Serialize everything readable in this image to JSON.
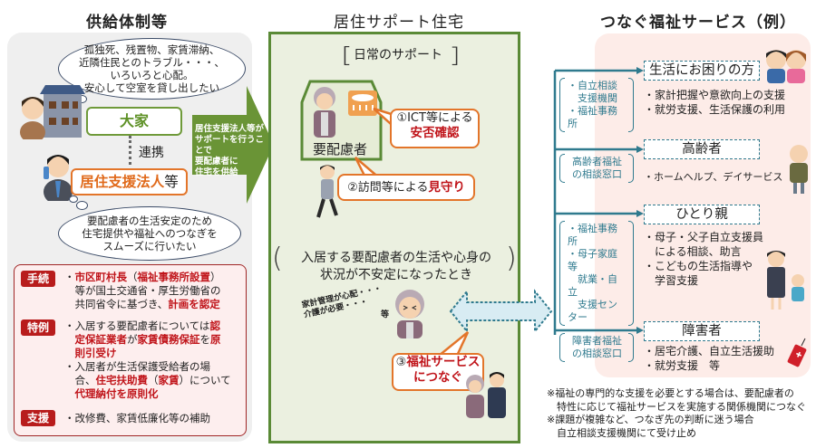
{
  "headers": {
    "supply": "供給体制等",
    "housing": "居住サポート住宅",
    "services": "つなぐ福祉サービス（例）"
  },
  "supply": {
    "owner_thought": [
      "孤独死、残置物、家賃滞納、",
      "近隣住民とのトラブル・・・、",
      "いろいろと心配。",
      "安心して空室を貸し出したい"
    ],
    "owner_label": "大家",
    "link_label": "連携",
    "corp_label": "居住支援法人",
    "corp_suffix": "等",
    "corp_thought": [
      "要配慮者の生活安定のため",
      "住宅提供や福祉へのつなぎを",
      "スムーズに行いたい"
    ],
    "rules": [
      {
        "tag": "手続",
        "lines": [
          {
            "parts": [
              {
                "t": "・",
                "red": false
              },
              {
                "t": "市区町村長",
                "red": true
              },
              {
                "t": "（",
                "red": false
              },
              {
                "t": "福祉事務所設置",
                "red": true
              },
              {
                "t": "）",
                "red": false
              }
            ]
          },
          {
            "parts": [
              {
                "t": "　等が国土交通省・厚生労働省の",
                "red": false
              }
            ]
          },
          {
            "parts": [
              {
                "t": "　共同省令に基づき、",
                "red": false
              },
              {
                "t": "計画を認定",
                "red": true
              }
            ]
          }
        ]
      },
      {
        "tag": "特例",
        "lines": [
          {
            "parts": [
              {
                "t": "・入居する要配慮者については",
                "red": false
              },
              {
                "t": "認",
                "red": true
              }
            ]
          },
          {
            "parts": [
              {
                "t": "　",
                "red": false
              },
              {
                "t": "定保証業者",
                "red": true
              },
              {
                "t": "が",
                "red": false
              },
              {
                "t": "家賃債務保証",
                "red": true
              },
              {
                "t": "を",
                "red": false
              },
              {
                "t": "原",
                "red": true
              }
            ]
          },
          {
            "parts": [
              {
                "t": "　",
                "red": false
              },
              {
                "t": "則引受け",
                "red": true
              }
            ]
          },
          {
            "parts": [
              {
                "t": "・入居者が生活保護受給者の場",
                "red": false
              }
            ]
          },
          {
            "parts": [
              {
                "t": "　合、",
                "red": false
              },
              {
                "t": "住宅扶助費",
                "red": true
              },
              {
                "t": "（",
                "red": false
              },
              {
                "t": "家賃",
                "red": true
              },
              {
                "t": "）について",
                "red": false
              }
            ]
          },
          {
            "parts": [
              {
                "t": "　",
                "red": false
              },
              {
                "t": "代理納付を原則化",
                "red": true
              }
            ]
          }
        ]
      },
      {
        "tag": "支援",
        "lines": [
          {
            "parts": [
              {
                "t": "・改修費、家賃低廉化等の補助",
                "red": false
              }
            ]
          }
        ]
      }
    ]
  },
  "arrow_text": [
    "居住支援法人等が",
    "サポートを行うことで",
    "要配慮者に",
    "住宅を供給"
  ],
  "housing": {
    "daily_support": "日常のサポート",
    "resident_label": "要配慮者",
    "callout1_line1": "①ICT等による",
    "callout1_line2": "安否確認",
    "callout2_prefix": "②訪問等による",
    "callout2_red": "見守り",
    "unstable_line1": "入居する要配慮者の生活や心身の",
    "unstable_line2": "状況が不安定になったとき",
    "worry_line1": "家計管理が心配・・・",
    "worry_line2": "介護が必要・・・",
    "worry_etc": "等",
    "callout3_prefix": "③",
    "callout3_red": "福祉サービス",
    "callout3_line2": "につなぐ"
  },
  "services": [
    {
      "target": "生活にお困りの方",
      "agency": [
        "・自立相談",
        "　支援機関",
        "・福祉事務所"
      ],
      "desc": [
        "・家計把握や意欲向上の支援",
        "・就労支援、生活保護の利用"
      ]
    },
    {
      "target": "高齢者",
      "agency": [
        "高齢者福祉",
        "の相談窓口"
      ],
      "desc": [
        "・ホームヘルプ、デイサービス"
      ]
    },
    {
      "target": "ひとり親",
      "agency": [
        "・福祉事務所",
        "・母子家庭等",
        "　就業・自立",
        "　支援センター"
      ],
      "desc": [
        "・母子・父子自立支援員",
        "　による相談、助言",
        "・こどもの生活指導や",
        "　学習支援"
      ]
    },
    {
      "target": "障害者",
      "agency": [
        "障害者福祉",
        "の相談窓口"
      ],
      "desc": [
        "・居宅介護、自立生活援助",
        "・就労支援　等"
      ]
    }
  ],
  "notes": [
    "※福祉の専門的な支援を必要とする場合は、要配慮者の",
    "　特性に応じて福祉サービスを実施する関係機関につなぐ",
    "※課題が複雑など、つなぎ先の判断に迷う場合",
    "　自立相談支援機関にて受け止め"
  ],
  "colors": {
    "green": "#5a8a36",
    "orange": "#e3752a",
    "red": "#c0141a",
    "teal": "#2f7a8e",
    "left_bg": "#efefef",
    "center_bg": "#ebf0e0",
    "right_bg": "#fdece8"
  }
}
